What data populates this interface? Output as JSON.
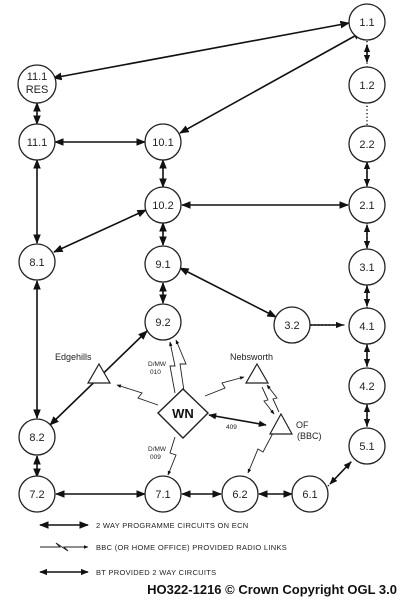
{
  "nodes": {
    "n1_1": "1.1",
    "n1_2": "1.2",
    "n2_2": "2.2",
    "n2_1": "2.1",
    "n3_1": "3.1",
    "n4_1": "4.1",
    "n4_2": "4.2",
    "n5_1": "5.1",
    "n6_1": "6.1",
    "n6_2": "6.2",
    "n7_1": "7.1",
    "n7_2": "7.2",
    "n8_2": "8.2",
    "n8_1": "8.1",
    "n11_1": "11.1",
    "n11_1res_top": "11.1",
    "n11_1res_bottom": "RES",
    "n10_1": "10.1",
    "n10_2": "10.2",
    "n9_1": "9.1",
    "n9_2": "9.2",
    "n3_2": "3.2",
    "wn": "WN"
  },
  "sites": {
    "edgehills": "Edgehills",
    "nebsworth": "Nebsworth",
    "of_top": "OF",
    "of_bottom": "(BBC)"
  },
  "link_labels": {
    "dmw_upper_top": "D/MW",
    "dmw_upper_bottom": "010",
    "dmw_lower_top": "D/MW",
    "dmw_lower_bottom": "009",
    "l409": "409"
  },
  "legend": {
    "programme": "2 WAY PROGRAMME CIRCUITS ON ECN",
    "radio": "BBC (OR HOME OFFICE) PROVIDED RADIO LINKS",
    "bt": "BT PROVIDED 2 WAY CIRCUITS"
  },
  "credit": "HO322-1216 © Crown Copyright OGL 3.0"
}
